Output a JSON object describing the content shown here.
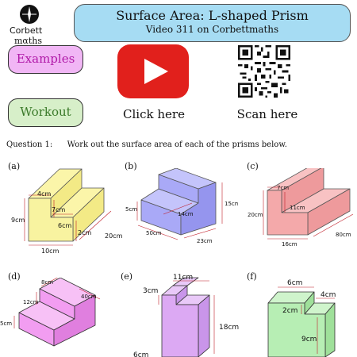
{
  "logo": {
    "line1": "Corbett",
    "line2": "mαths"
  },
  "header": {
    "title": "Surface Area: L-shaped Prism",
    "subtitle": "Video 311 on Corbettmaths"
  },
  "buttons": {
    "examples": "Examples",
    "workout": "Workout"
  },
  "links": {
    "click": "Click here",
    "scan": "Scan here"
  },
  "question": {
    "number": "Question 1:",
    "text": "Work out the surface area of each of the prisms below."
  },
  "colors": {
    "title_bg": "#a6dcf3",
    "examples_bg": "#f1b6f5",
    "workout_bg": "#d7efc9",
    "youtube": "#e1201c"
  },
  "prisms": [
    {
      "label": "(a)",
      "color": "#f8f3a0",
      "dims": [
        "4cm",
        "7cm",
        "9cm",
        "6cm",
        "2cm",
        "20cm",
        "10cm"
      ]
    },
    {
      "label": "(b)",
      "color": "#a9a9f7",
      "dims": [
        "5cm",
        "14cm",
        "15cm",
        "50cm",
        "23cm"
      ]
    },
    {
      "label": "(c)",
      "color": "#f4a9aa",
      "dims": [
        "7cm",
        "11cm",
        "20cm",
        "16cm",
        "80cm"
      ]
    },
    {
      "label": "(d)",
      "color": "#f29df1",
      "dims": [
        "8cm",
        "40cm",
        "12cm",
        "5cm"
      ]
    },
    {
      "label": "(e)",
      "color": "#dca9f3",
      "dims": [
        "11cm",
        "3cm",
        "18cm",
        "6cm"
      ]
    },
    {
      "label": "(f)",
      "color": "#b7eeb4",
      "dims": [
        "6cm",
        "4cm",
        "2cm",
        "9cm"
      ]
    }
  ]
}
